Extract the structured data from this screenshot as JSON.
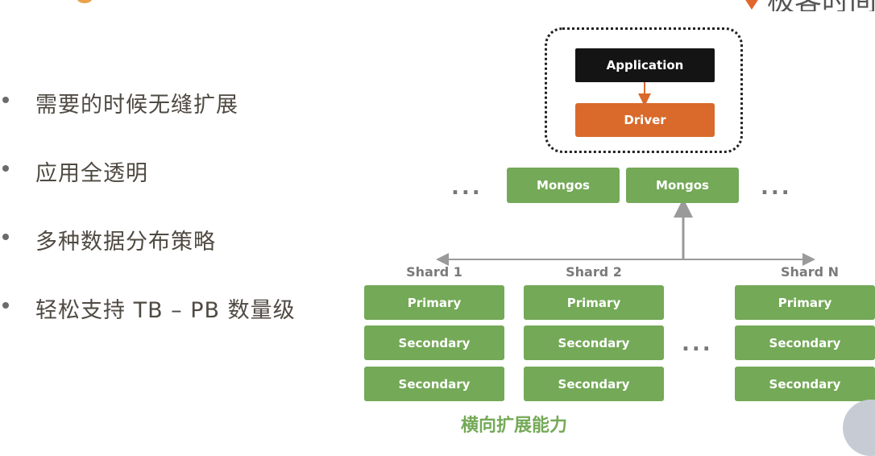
{
  "bullets": [
    "需要的时候无缝扩展",
    "应用全透明",
    "多种数据分布策略",
    "轻松支持 TB – PB 数量级"
  ],
  "diagram": {
    "application": "Application",
    "driver": "Driver",
    "mongos": [
      "Mongos",
      "Mongos"
    ],
    "ellipsis": "...",
    "shards": [
      {
        "label": "Shard 1",
        "nodes": [
          "Primary",
          "Secondary",
          "Secondary"
        ]
      },
      {
        "label": "Shard 2",
        "nodes": [
          "Primary",
          "Secondary",
          "Secondary"
        ]
      },
      {
        "label": "Shard N",
        "nodes": [
          "Primary",
          "Secondary",
          "Secondary"
        ]
      }
    ],
    "caption": "横向扩展能力"
  },
  "colors": {
    "application": "#141414",
    "driver": "#d96a2b",
    "node": "#74a957",
    "arrow": "#9a9a9a"
  },
  "brand": {
    "logo_icon": "fox-logo-icon",
    "text": "极客时间"
  }
}
